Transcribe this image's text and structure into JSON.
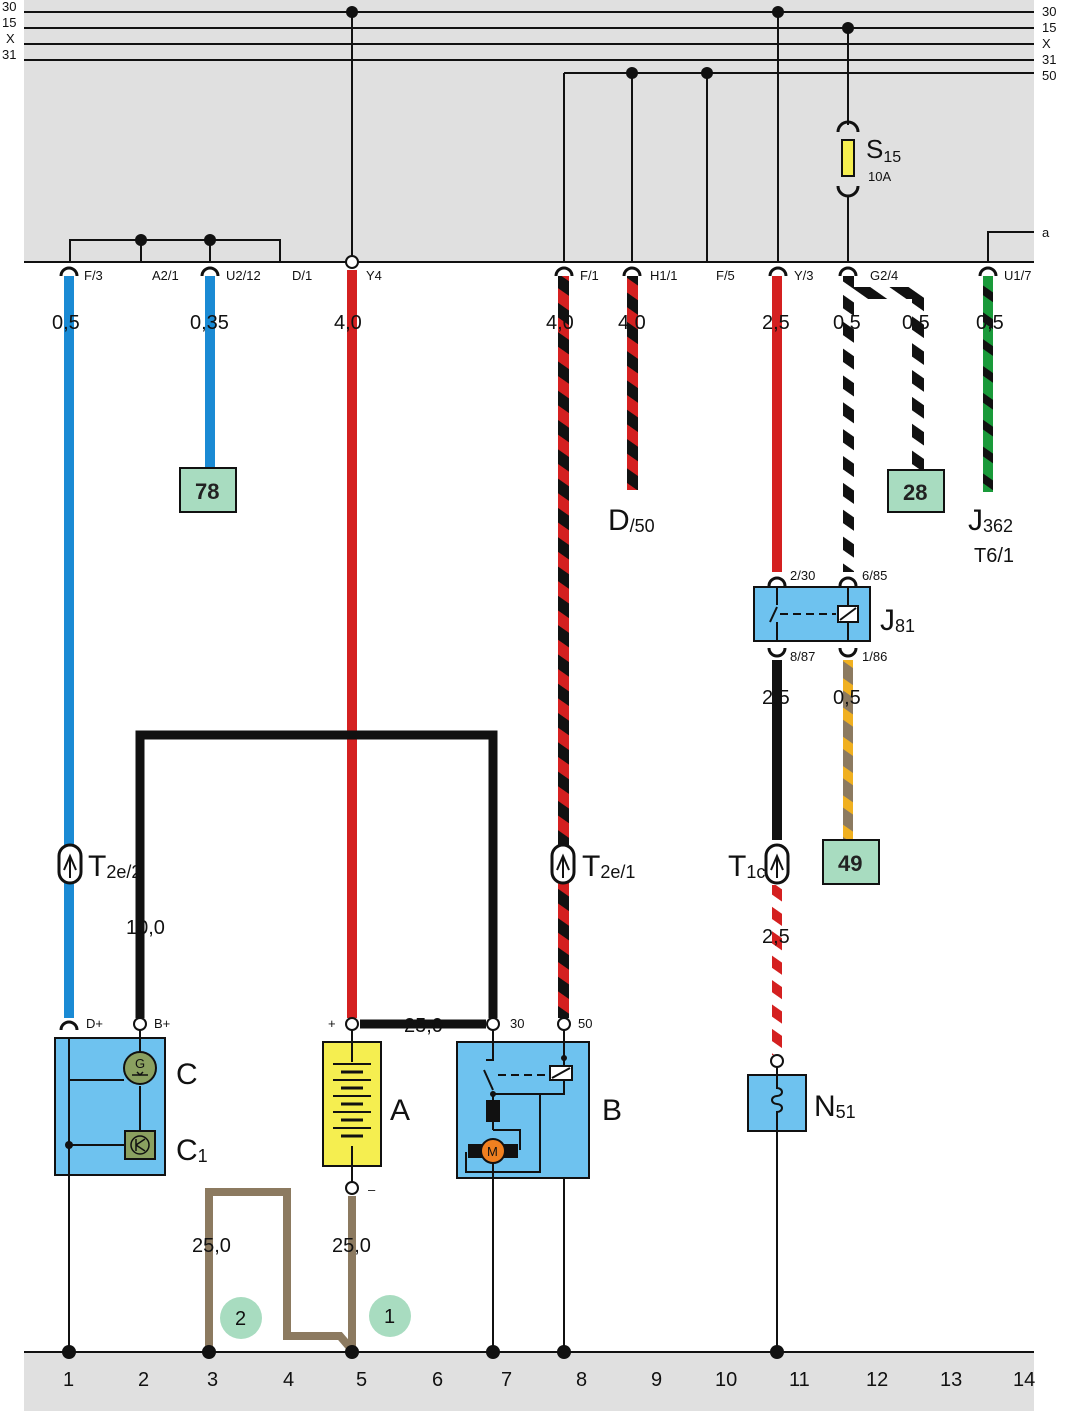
{
  "rails": {
    "left": [
      "30",
      "15",
      "X",
      "31"
    ],
    "right": [
      "30",
      "15",
      "X",
      "31",
      "50"
    ],
    "a_label": "a"
  },
  "fuse": {
    "id": "S",
    "sub": "15",
    "rating": "10A"
  },
  "pins": {
    "f3": "F/3",
    "a21": "A2/1",
    "u212": "U2/12",
    "d1": "D/1",
    "y4": "Y4",
    "f1": "F/1",
    "h11": "H1/1",
    "f5": "F/5",
    "y3": "Y/3",
    "g24": "G2/4",
    "u17": "U1/7"
  },
  "gauges": {
    "g1": "0,5",
    "g2": "0,35",
    "g3": "4,0",
    "g4": "4,0",
    "g5": "4,0",
    "g6": "2,5",
    "g7": "0,5",
    "g8": "0,5",
    "g9": "0,5",
    "g10": "2,5",
    "g11": "0,5",
    "g12": "10,0",
    "g13": "2,5",
    "g14": "25,0",
    "g15": "25,0",
    "g16": "25,0"
  },
  "refs": {
    "r78": "78",
    "r28": "28",
    "r49": "49"
  },
  "targets": {
    "d50_main": "D",
    "d50_sub": "/50",
    "j362_main": "J",
    "j362_sub": "362",
    "j362_pin": "T6/1"
  },
  "relay": {
    "id": "J",
    "sub": "81",
    "pin_230": "2/30",
    "pin_685": "6/85",
    "pin_887": "8/87",
    "pin_186": "1/86"
  },
  "connectors": {
    "t2e2_main": "T",
    "t2e2_sub": "2e/2",
    "t2e1_main": "T",
    "t2e1_sub": "2e/1",
    "t1c_main": "T",
    "t1c_sub": "1c"
  },
  "components": {
    "alt_label": "C",
    "reg_main": "C",
    "reg_sub": "1",
    "alt_dplus": "D+",
    "alt_bplus": "B+",
    "alt_g": "G",
    "battery_label": "A",
    "battery_plus": "+",
    "battery_minus": "–",
    "starter_label": "B",
    "starter_30": "30",
    "starter_50": "50",
    "starter_m": "M",
    "n51_main": "N",
    "n51_sub": "51"
  },
  "grounds": {
    "g1": "1",
    "g2": "2"
  },
  "columns": [
    "1",
    "2",
    "3",
    "4",
    "5",
    "6",
    "7",
    "8",
    "9",
    "10",
    "11",
    "12",
    "13",
    "14"
  ],
  "colors": {
    "panel": "#e0e0e0",
    "blue_wire": "#1a8ad4",
    "red_wire": "#d42020",
    "black_wire": "#111111",
    "brown_wire": "#8c7a60",
    "green_wire": "#1a9a3a",
    "yellow_wire": "#f0b020",
    "box_blue": "#6ec2ef",
    "ref_green": "#a8dcc0",
    "battery_yellow": "#f5ee50",
    "motor_orange": "#f08020"
  }
}
